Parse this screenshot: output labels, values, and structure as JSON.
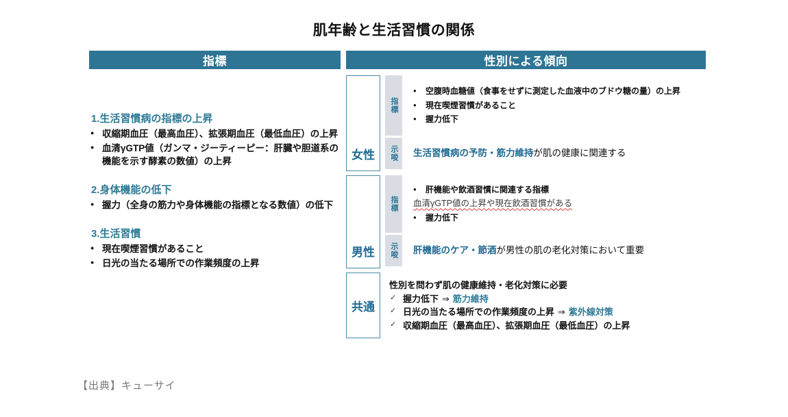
{
  "title": "肌年齢と生活習慣の関係",
  "headers": {
    "left": "指標",
    "right": "性別による傾向"
  },
  "indicators": {
    "sections": [
      {
        "heading": "1.生活習慣病の指標の上昇",
        "items": [
          "収縮期血圧（最高血圧）、拡張期血圧（最低血圧）の上昇",
          "血清γGTP値（ガンマ・ジーティーピー：肝臓や胆道系の機能を示す酵素の数値）の上昇"
        ]
      },
      {
        "heading": "2.身体機能の低下",
        "items": [
          "握力（全身の筋力や身体機能の指標となる数値）の低下"
        ]
      },
      {
        "heading": "3.生活習慣",
        "items": [
          "現在喫煙習慣があること",
          "日光の当たる場所での作業頻度の上昇"
        ]
      }
    ]
  },
  "gender": {
    "tag_indicator": "指標",
    "tag_suggestion": "示唆",
    "female": {
      "label": "女性",
      "indicators": [
        "空腹時血糖値（食事をせずに測定した血液中のブドウ糖の量）の上昇",
        "現在喫煙習慣があること",
        "握力低下"
      ],
      "suggestion_highlight": "生活習慣病の予防・筋力維持",
      "suggestion_rest": "が肌の健康に関連する"
    },
    "male": {
      "label": "男性",
      "indicator_1": "肝機能や飲酒習慣に関連する指標",
      "indicator_1_sub": "血清γGTP値の上昇や現在飲酒習慣がある",
      "indicator_2": "握力低下",
      "suggestion_highlight": "肝機能のケア・節酒",
      "suggestion_rest": "が男性の肌の老化対策において重要"
    }
  },
  "common": {
    "label": "共通",
    "heading": "性別を問わず肌の健康維持・老化対策に必要",
    "arrow": "⇒",
    "items": [
      {
        "cause": "握力低下",
        "result": "筋力維持"
      },
      {
        "cause": "日光の当たる場所での作業頻度の上昇",
        "result": "紫外線対策"
      },
      {
        "cause": "収縮期血圧（最高血圧）、拡張期血圧（最低血圧）の上昇",
        "result": ""
      }
    ]
  },
  "footer": "【出典】キューサイ",
  "colors": {
    "header_bar": "#2E7495",
    "heading_teal": "#2E7A96",
    "tag_bg": "#D9DDE3",
    "box_border": "#4A89A8"
  }
}
